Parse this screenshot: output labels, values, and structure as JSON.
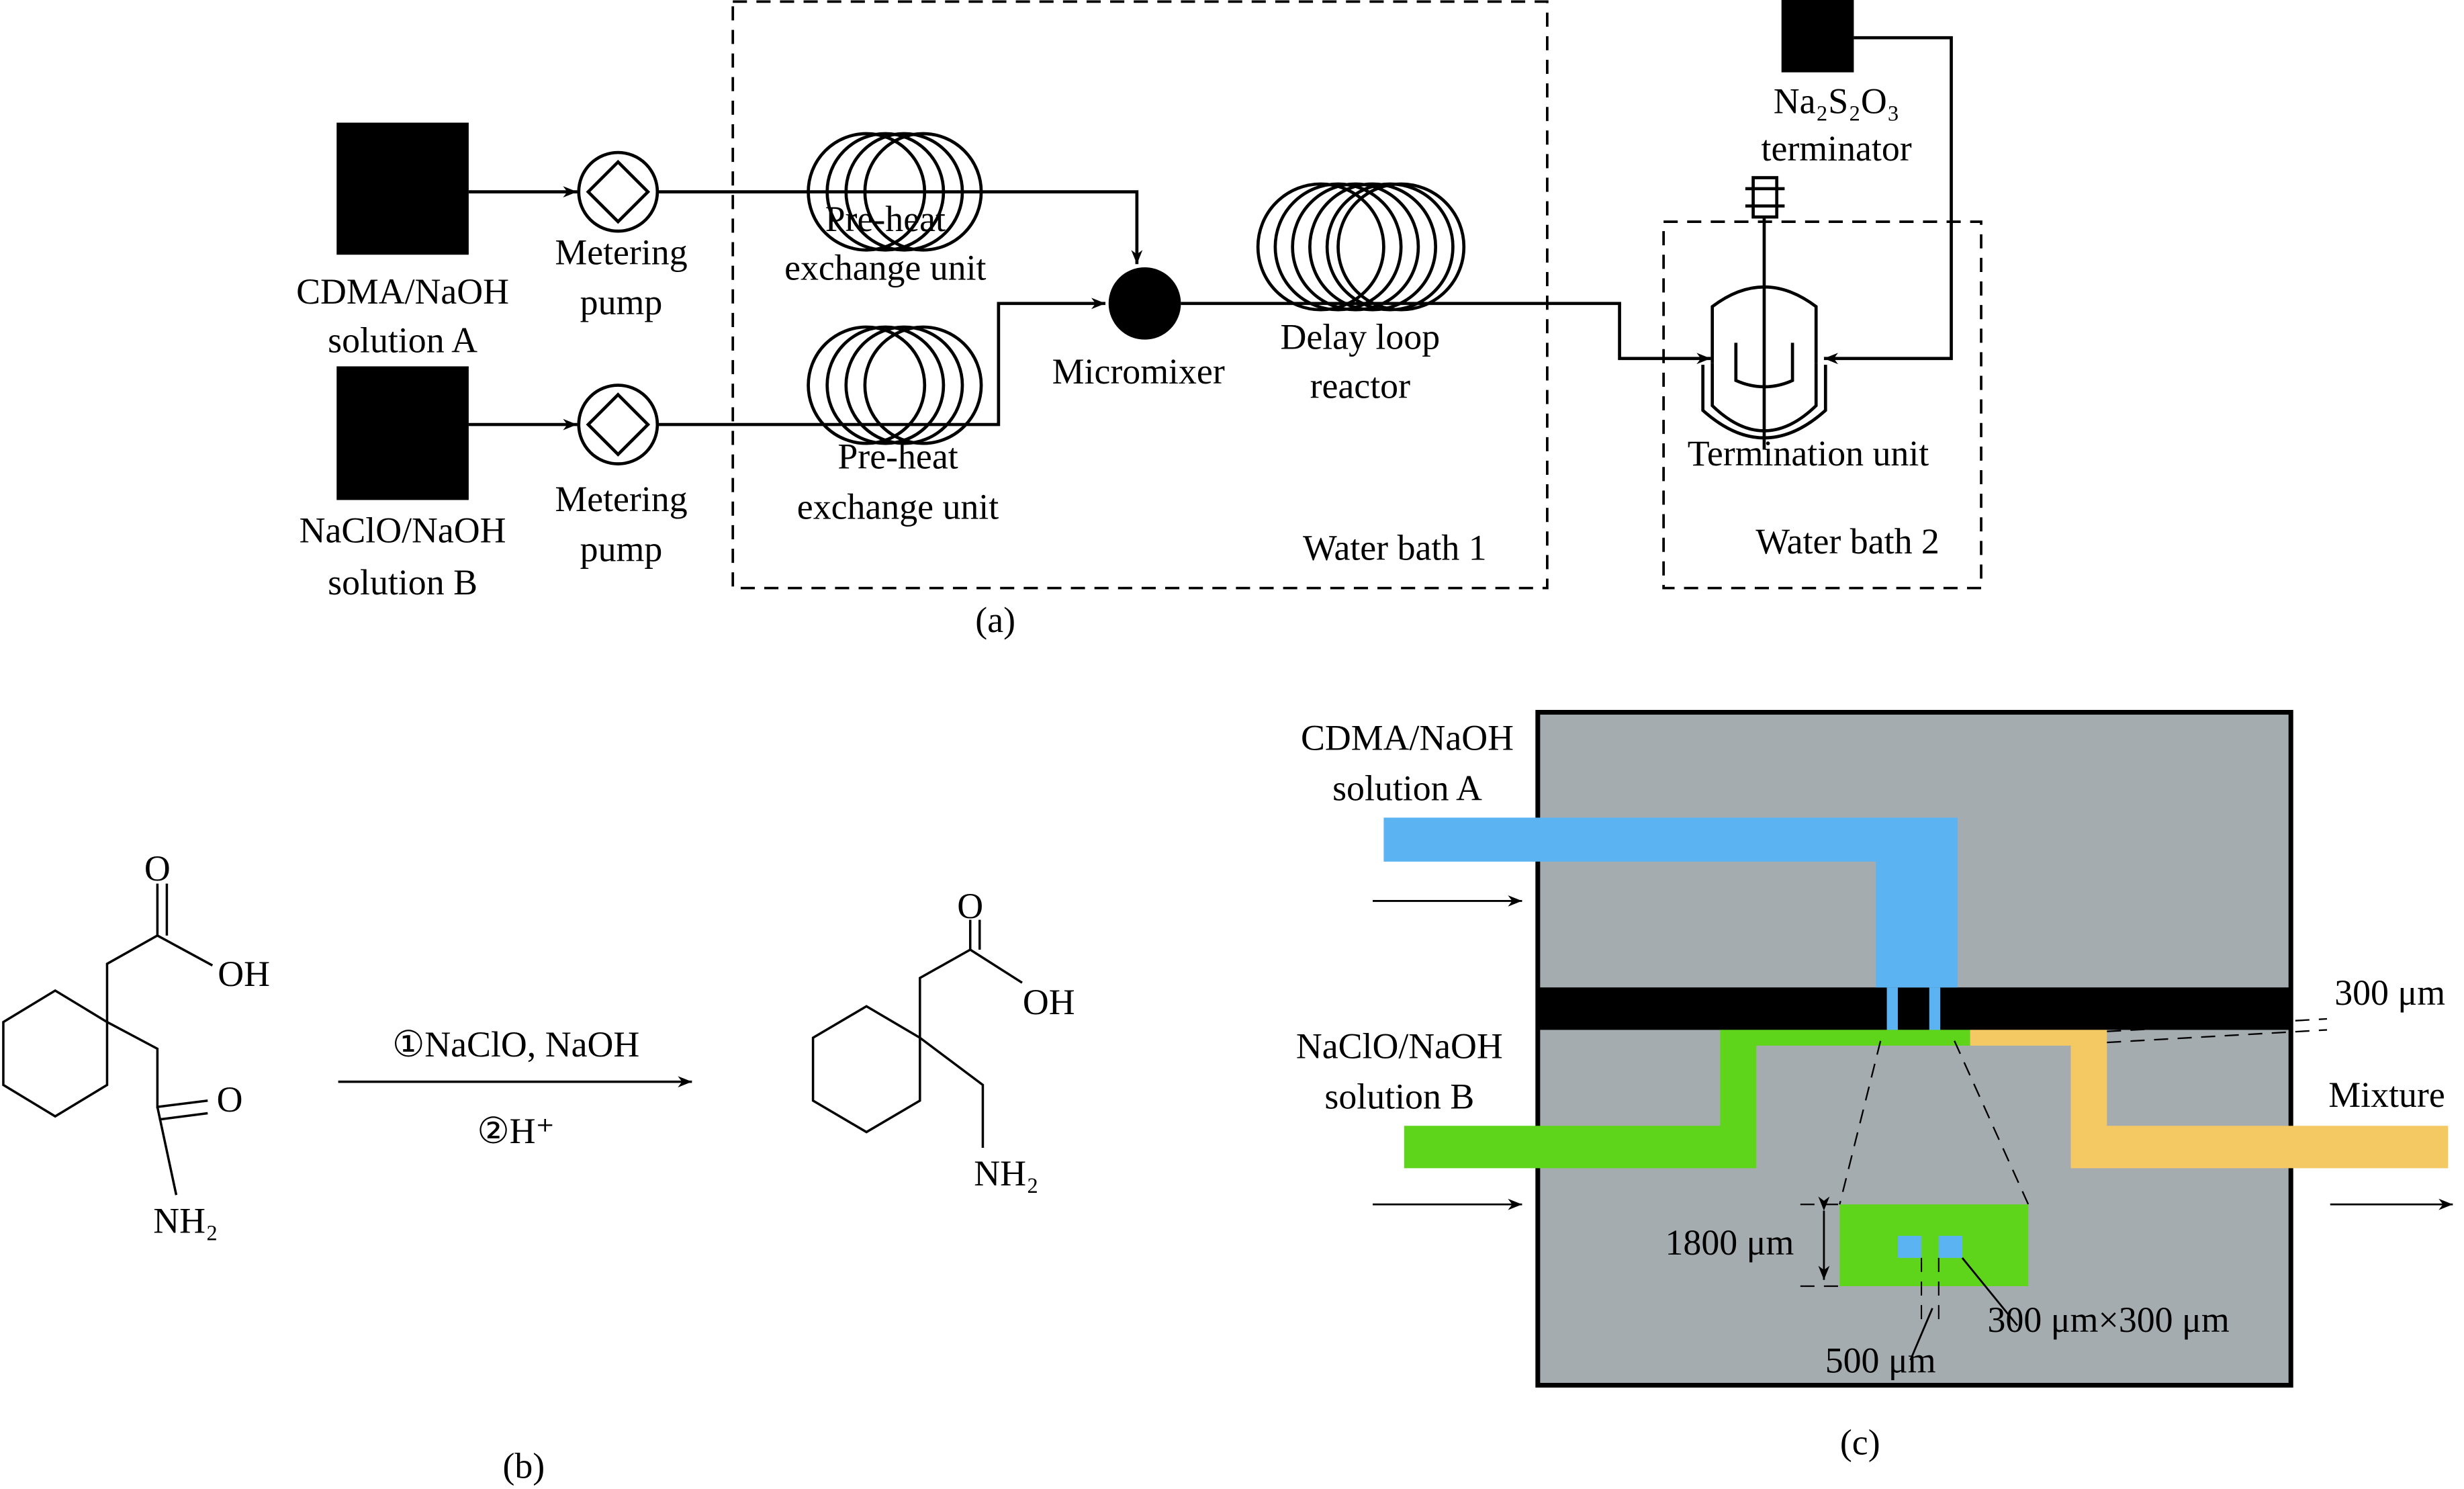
{
  "panel_a": {
    "source_a": [
      "CDMA/NaOH",
      "solution A"
    ],
    "source_b": [
      "NaClO/NaOH",
      "solution B"
    ],
    "pump_1": [
      "Metering",
      "pump"
    ],
    "pump_2": [
      "Metering",
      "pump"
    ],
    "preheat_1": [
      "Pre-heat",
      "exchange unit"
    ],
    "preheat_2": [
      "Pre-heat",
      "exchange unit"
    ],
    "micromixer": "Micromixer",
    "delay_loop": [
      "Delay loop",
      "reactor"
    ],
    "water_bath_1": "Water bath 1",
    "terminator": [
      "Na₂S₂O₃",
      "terminator"
    ],
    "termination_unit": "Termination unit",
    "water_bath_2": "Water bath 2",
    "caption": "(a)"
  },
  "panel_b": {
    "reactant": {
      "o": "O",
      "oh": "OH",
      "o2": "O",
      "nh2": "NH₂"
    },
    "conditions": [
      "①NaClO, NaOH",
      "②H⁺"
    ],
    "product": {
      "o": "O",
      "oh": "OH",
      "nh2": "NH₂"
    },
    "caption": "(b)"
  },
  "panel_c": {
    "inlet_a": [
      "CDMA/NaOH",
      "solution A"
    ],
    "inlet_b": [
      "NaClO/NaOH",
      "solution B"
    ],
    "layer_thickness": "300 μm",
    "outlet": "Mixture",
    "channel_width": "1800 μm",
    "hole_spacing": "500 μm",
    "hole_size": "300 μm×300 μm",
    "caption": "(c)",
    "colors": {
      "chip": "#a5acb0",
      "solution_a": "#5cb3f2",
      "solution_b": "#5ed41a",
      "mixture": "#f4c862",
      "layer": "#000000"
    }
  }
}
